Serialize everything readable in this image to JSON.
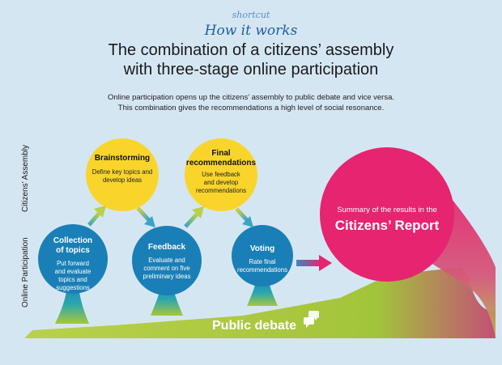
{
  "header": {
    "kicker": "shortcut",
    "section": "How it works",
    "title_line1": "The combination of a citizens’ assembly",
    "title_line2": "with three-stage online participation",
    "subtitle_line1": "Online participation opens up the citizens’ assembly to public debate and vice versa.",
    "subtitle_line2": "This combination gives the recommendations a high level of social resonance."
  },
  "axis": {
    "upper": "Citizens’ Assembly",
    "lower": "Online Participation"
  },
  "stages": {
    "collection": {
      "title1": "Collection",
      "title2": "of topics",
      "body": [
        "Put forward",
        "and evaluate",
        "topics and",
        "suggestions"
      ]
    },
    "brainstorming": {
      "title1": "Brainstorming",
      "body": [
        "Define key topics and",
        "develop ideas"
      ]
    },
    "feedback": {
      "title1": "Feedback",
      "body": [
        "Evaluate and",
        "comment on five",
        "preliminary ideas"
      ]
    },
    "final": {
      "title1": "Final",
      "title2": "recommendations",
      "body": [
        "Use feedback",
        "and develop",
        "recommendations"
      ]
    },
    "voting": {
      "title1": "Voting",
      "body": [
        "Rate final",
        "recommendations"
      ]
    }
  },
  "report": {
    "pre": "Summary of the results in the",
    "title": "Citizens’ Report"
  },
  "debate": {
    "label": "Public debate"
  },
  "colors": {
    "background": "#d5e6f3",
    "online_blue": "#1a7fb6",
    "assembly_yellow": "#f9d52b",
    "report_pink": "#e6246f",
    "debate_green": "#a7c73a",
    "arrow_teal": "#4fb3c9"
  }
}
